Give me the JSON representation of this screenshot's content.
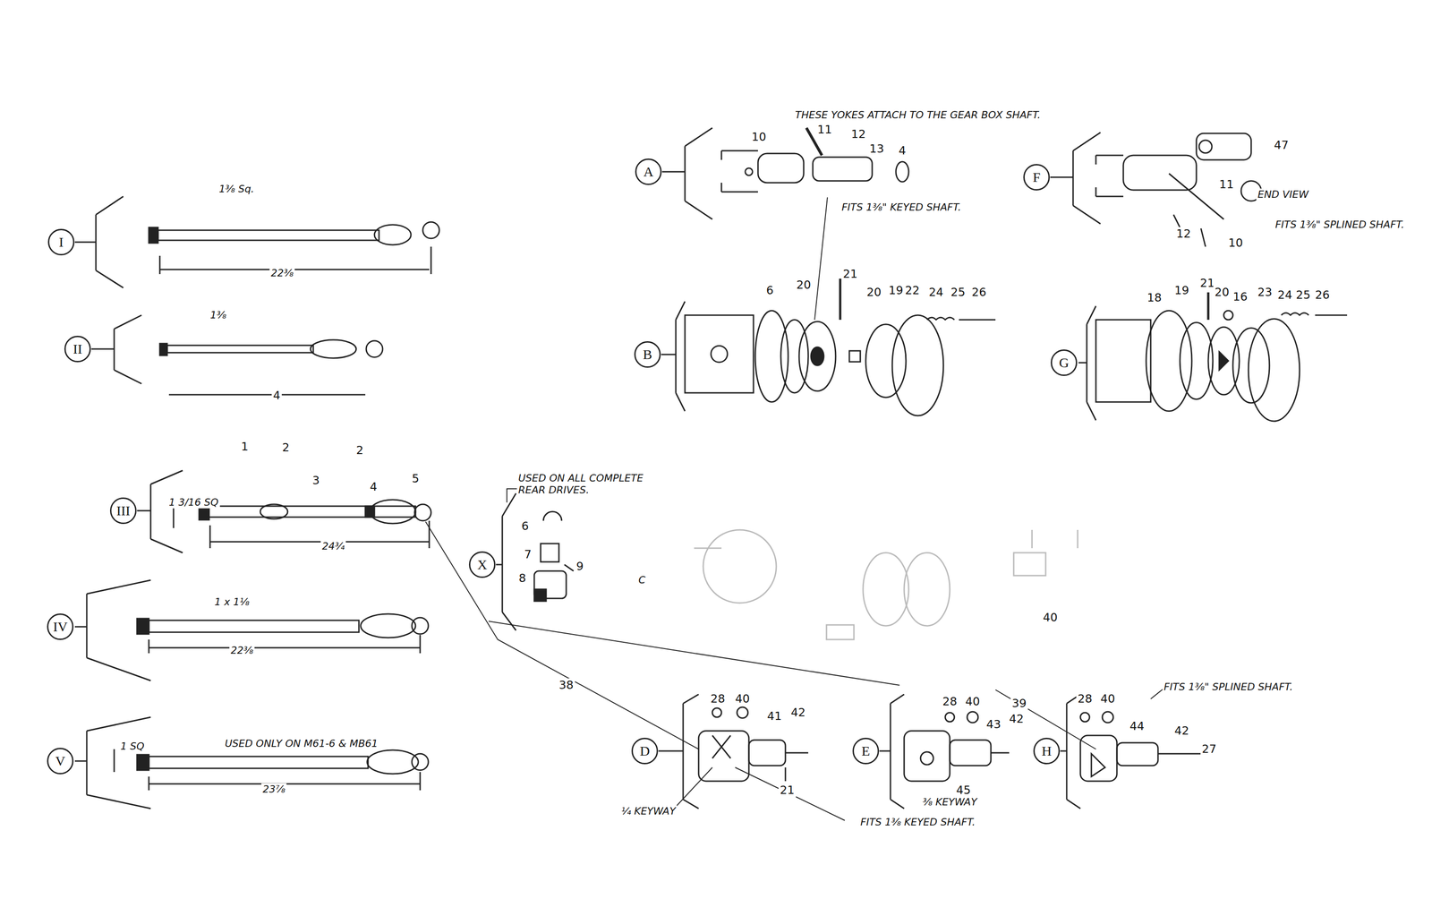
{
  "diagram": {
    "nodes": [
      {
        "text": [
          "A"
        ]
      },
      {
        "text": [
          "F"
        ]
      },
      {
        "text": [
          "I"
        ]
      },
      {
        "text": [
          "B"
        ]
      },
      {
        "text": [
          "G"
        ]
      },
      {
        "text": [
          "II"
        ]
      },
      {
        "text": [
          "III"
        ]
      },
      {
        "text": [
          "X"
        ]
      },
      {
        "text": [
          "IV"
        ]
      },
      {
        "text": [
          "V"
        ]
      },
      {
        "text": [
          "D"
        ]
      },
      {
        "text": [
          "E"
        ]
      },
      {
        "text": [
          "H"
        ]
      }
    ],
    "labels": [
      "THESE YOKES ATTACH TO THE GEAR BOX SHAFT.",
      "10",
      "11",
      "12",
      "13",
      "4",
      "FITS 1⅜\" KEYED SHAFT.",
      "47",
      "END VIEW",
      "FITS 1⅜\" SPLINED SHAFT.",
      "11",
      "12",
      "10",
      "6",
      "20",
      "21",
      "20",
      "19",
      "22",
      "24",
      "25",
      "26",
      "18",
      "19",
      "21",
      "20",
      "16",
      "23",
      "24",
      "25",
      "26",
      "1⅜ Sq.",
      "22⅜",
      "1⅜",
      "4",
      "1",
      "2",
      "2",
      "3",
      "4",
      "5",
      "1 3/16 SQ",
      "24¾",
      "1 x 1⅛",
      "22⅜",
      "1 SQ",
      "USED ONLY ON M61-6 & MB61",
      "23⅞",
      "USED ON ALL COMPLETE REAR DRIVES.",
      "6",
      "7",
      "8",
      "9",
      "C",
      "40",
      "38",
      "39",
      "28",
      "40",
      "41",
      "42",
      "21",
      "¼ KEYWAY",
      "FITS 1⅜ KEYED SHAFT.",
      "28",
      "40",
      "43",
      "42",
      "45",
      "⅜ KEYWAY",
      "28",
      "40",
      "44",
      "42",
      "27",
      "FITS 1⅜\" SPLINED SHAFT."
    ]
  }
}
